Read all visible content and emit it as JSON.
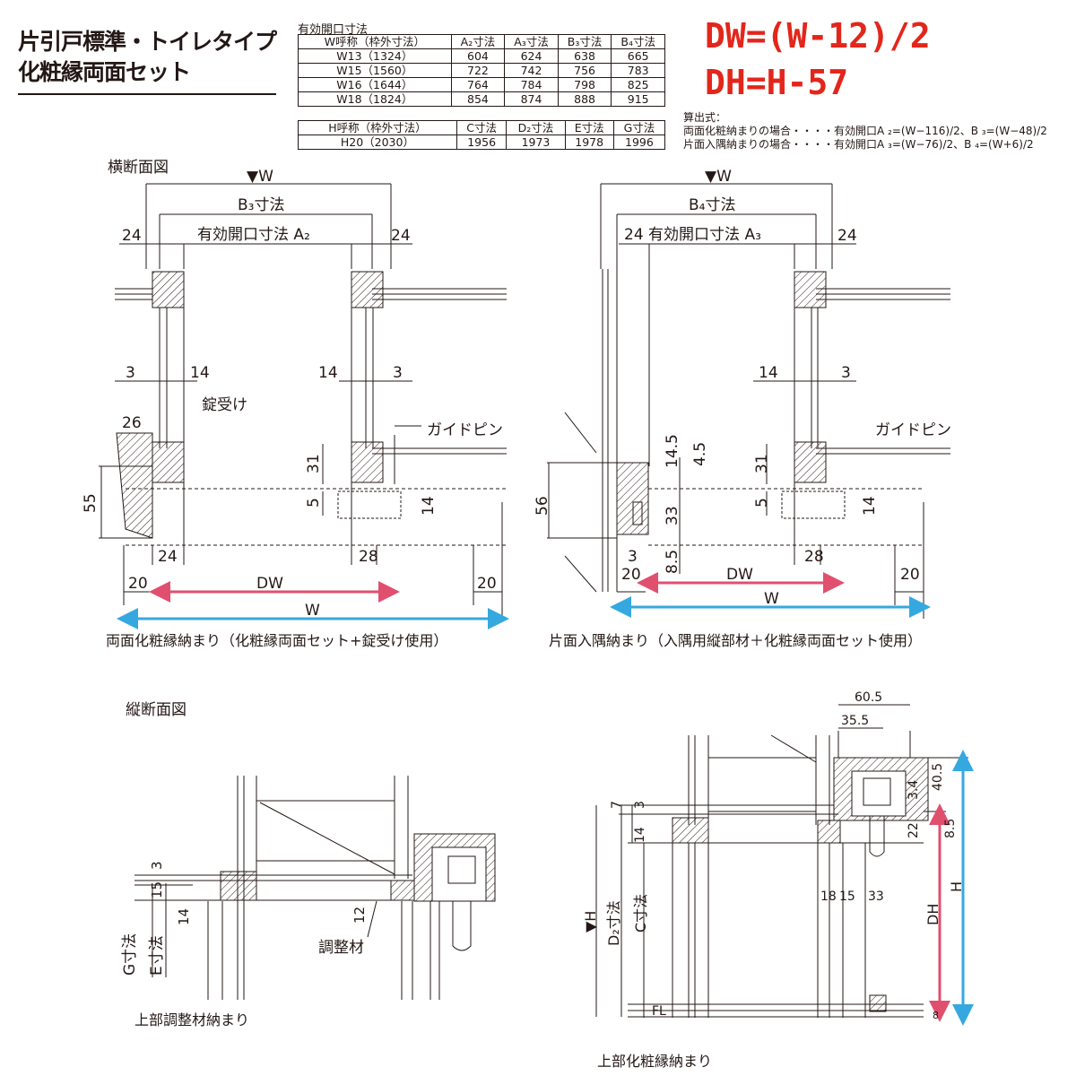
{
  "title": {
    "line1": "片引戸標準・トイレタイプ",
    "line2": "化粧縁両面セット"
  },
  "table_caption": "有効開口寸法",
  "width_table": {
    "headers": [
      "W呼称（枠外寸法）",
      "A₂寸法",
      "A₃寸法",
      "B₃寸法",
      "B₄寸法"
    ],
    "rows": [
      [
        "W13（1324）",
        "604",
        "624",
        "638",
        "665"
      ],
      [
        "W15（1560）",
        "722",
        "742",
        "756",
        "783"
      ],
      [
        "W16（1644）",
        "764",
        "784",
        "798",
        "825"
      ],
      [
        "W18（1824）",
        "854",
        "874",
        "888",
        "915"
      ]
    ]
  },
  "height_table": {
    "headers": [
      "H呼称（枠外寸法）",
      "C寸法",
      "D₂寸法",
      "E寸法",
      "G寸法"
    ],
    "rows": [
      [
        "H20（2030）",
        "1956",
        "1973",
        "1978",
        "1996"
      ]
    ]
  },
  "formulas": {
    "dw": "DW=(W-12)/2",
    "dh": "DH=H-57"
  },
  "calc": {
    "heading": "算出式：",
    "line1": "両面化粧納まりの場合・・・・有効開口A ₂=(W−116)/2、B ₃=(W−48)/2",
    "line2": "片面入隅納まりの場合・・・・有効開口A ₃=(W−76)/2、B ₄=(W+6)/2"
  },
  "section_labels": {
    "horizontal": "横断面図",
    "vertical": "縦断面図"
  },
  "colors": {
    "pink": "#e0506e",
    "blue": "#35a8e0",
    "red": "#e3261b",
    "hatch": "#231815"
  },
  "left_plan": {
    "w_top": "▼W",
    "b_label": "B₃寸法",
    "a_label": "有効開口寸法 A₂",
    "d24a": "24",
    "d24b": "24",
    "d3a": "3",
    "d14a": "14",
    "d14b": "14",
    "d3b": "3",
    "lock": "錠受け",
    "guide": "ガイドピン",
    "d26": "26",
    "d55": "55",
    "d31": "31",
    "d5": "5",
    "d14c": "14",
    "d24c": "24",
    "d28": "28",
    "d20a": "20",
    "d20b": "20",
    "dw": "DW",
    "w": "W",
    "caption": "両面化粧縁納まり（化粧縁両面セット+錠受け使用）"
  },
  "right_plan": {
    "w_top": "▼W",
    "b_label": "B₄寸法",
    "a_label": "24 有効開口寸法 A₃",
    "d24b": "24",
    "d14": "14",
    "d3": "3",
    "guide": "ガイドピン",
    "d145": "14.5",
    "d45": "4.5",
    "d31": "31",
    "d5": "5",
    "d56": "56",
    "d33": "33",
    "d14c": "14",
    "d3b": "3",
    "d85": "8.5",
    "d28": "28",
    "d20a": "20",
    "d20b": "20",
    "dw": "DW",
    "w": "W",
    "caption": "片面入隅納まり（入隅用縦部材＋化粧縁両面セット使用）"
  },
  "left_section": {
    "d3": "3",
    "d15": "15",
    "d14": "14",
    "d12": "12",
    "g": "G寸法",
    "e": "E寸法",
    "adjust": "調整材",
    "caption": "上部調整材納まり"
  },
  "right_section": {
    "d605": "60.5",
    "d355": "35.5",
    "d7": "7",
    "d3": "3",
    "d14": "14",
    "h": "▼H",
    "d2": "D₂寸法",
    "c": "C寸法",
    "d34": "3.4",
    "d405": "40.5",
    "d22": "22",
    "d85": "8.5",
    "d18": "18",
    "d15": "15",
    "d33": "33",
    "dh": "DH",
    "hh": "H",
    "fl": "FL",
    "d8": "8",
    "caption": "上部化粧縁納まり"
  }
}
